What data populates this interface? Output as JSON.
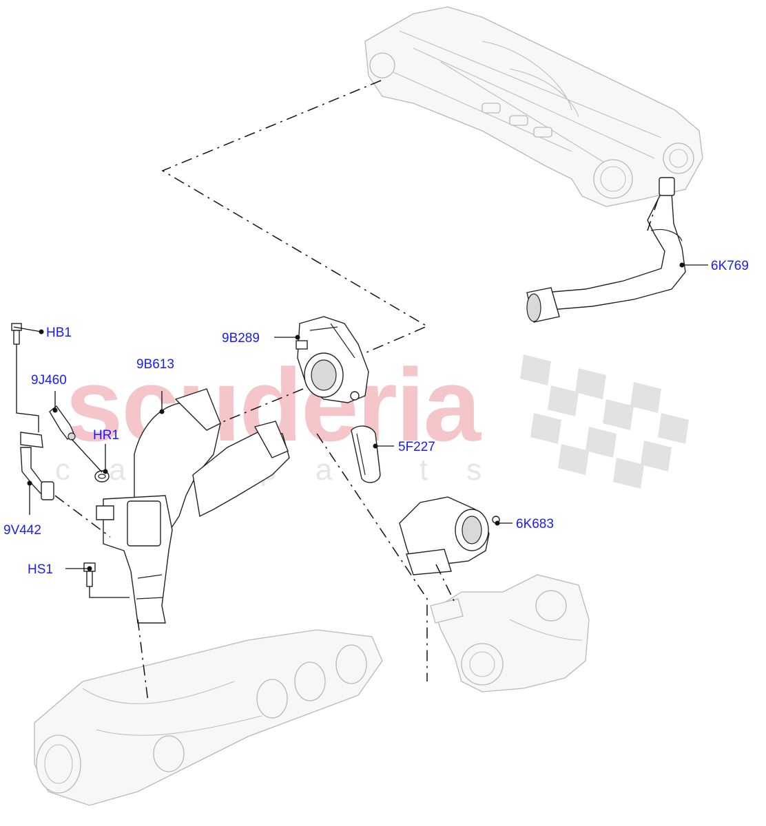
{
  "watermark": {
    "brand": "scuderia",
    "sub": "car parts"
  },
  "callouts": [
    {
      "id": "6K769",
      "label": "6K769"
    },
    {
      "id": "HB1",
      "label": "HB1"
    },
    {
      "id": "9B289",
      "label": "9B289"
    },
    {
      "id": "9B613",
      "label": "9B613"
    },
    {
      "id": "9J460",
      "label": "9J460"
    },
    {
      "id": "HR1",
      "label": "HR1"
    },
    {
      "id": "5F227",
      "label": "5F227"
    },
    {
      "id": "9V442",
      "label": "9V442"
    },
    {
      "id": "6K683",
      "label": "6K683"
    },
    {
      "id": "HS1",
      "label": "HS1"
    }
  ],
  "colors": {
    "label": "#1a1aff",
    "watermark_text": "#f4c6c9",
    "watermark_flag": "#e2e2e2",
    "line": "#111111",
    "ghost_part": "#b8b8b8"
  }
}
